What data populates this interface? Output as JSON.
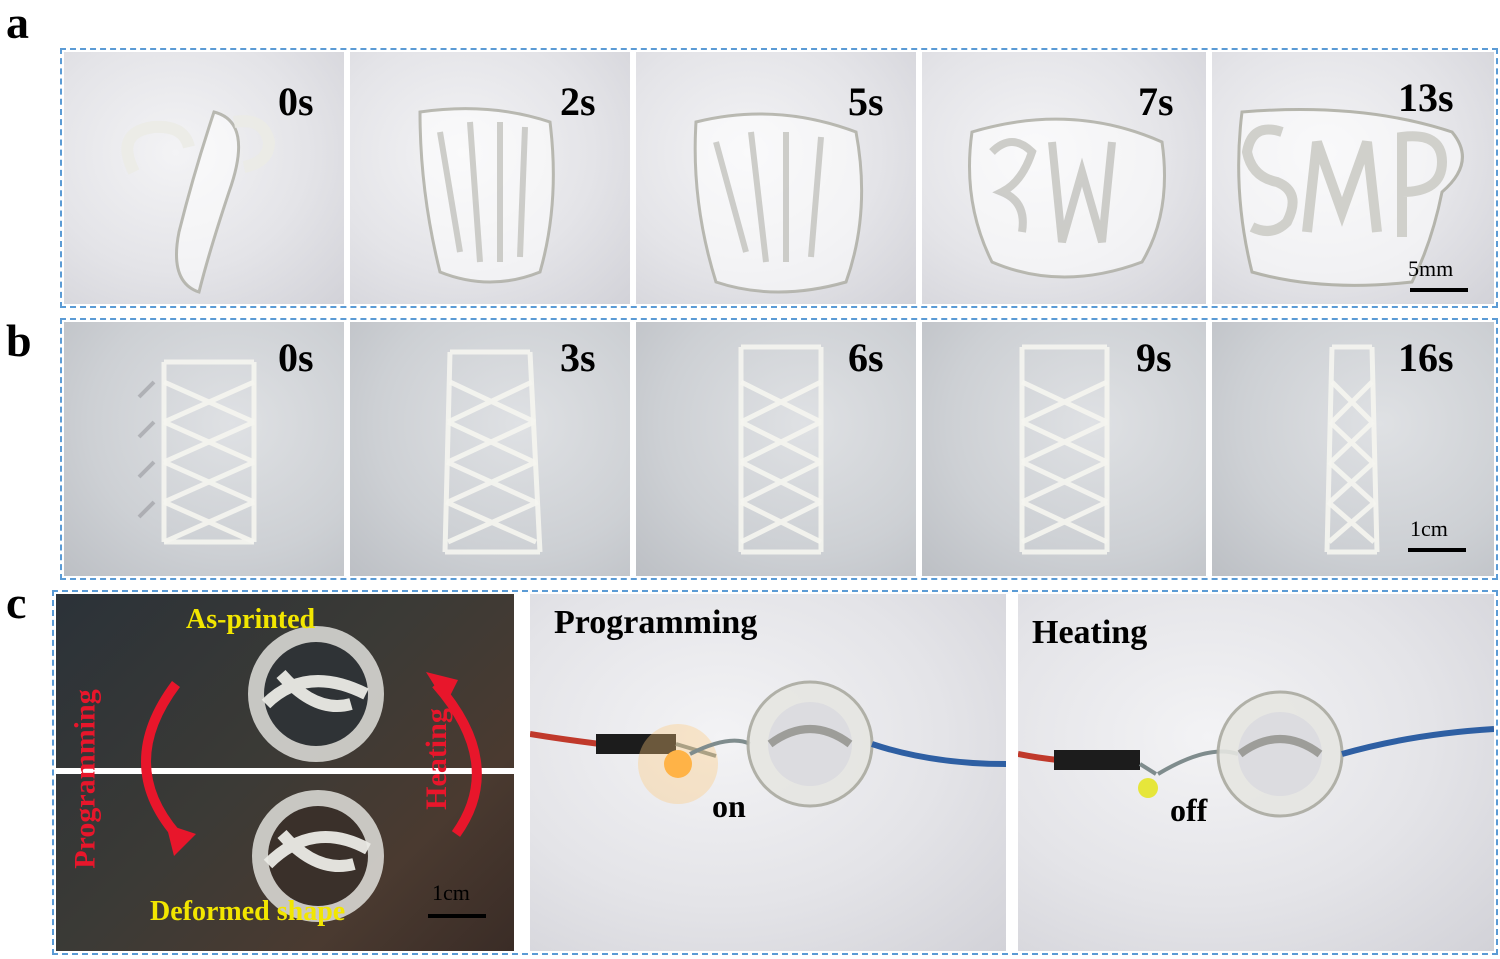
{
  "panel_a": {
    "letter": "a",
    "frames": [
      {
        "time": "0s"
      },
      {
        "time": "2s"
      },
      {
        "time": "5s"
      },
      {
        "time": "7s"
      },
      {
        "time": "13s"
      }
    ],
    "scale_label": "5mm"
  },
  "panel_b": {
    "letter": "b",
    "frames": [
      {
        "time": "0s"
      },
      {
        "time": "3s"
      },
      {
        "time": "6s"
      },
      {
        "time": "9s"
      },
      {
        "time": "16s"
      }
    ],
    "scale_label": "1cm"
  },
  "panel_c": {
    "letter": "c",
    "left": {
      "top_label": "As-printed",
      "bottom_label": "Deformed shape",
      "left_arrow_label": "Programming",
      "right_arrow_label": "Heating",
      "scale_label": "1cm"
    },
    "middle": {
      "title": "Programming",
      "state": "on"
    },
    "right": {
      "title": "Heating",
      "state": "off"
    }
  },
  "colors": {
    "frame_border": "#5b9bd5",
    "label_yellow": "#f2e600",
    "arrow_red": "#e8162b",
    "led_on": "#ffb347",
    "led_off": "#e6e63a"
  }
}
